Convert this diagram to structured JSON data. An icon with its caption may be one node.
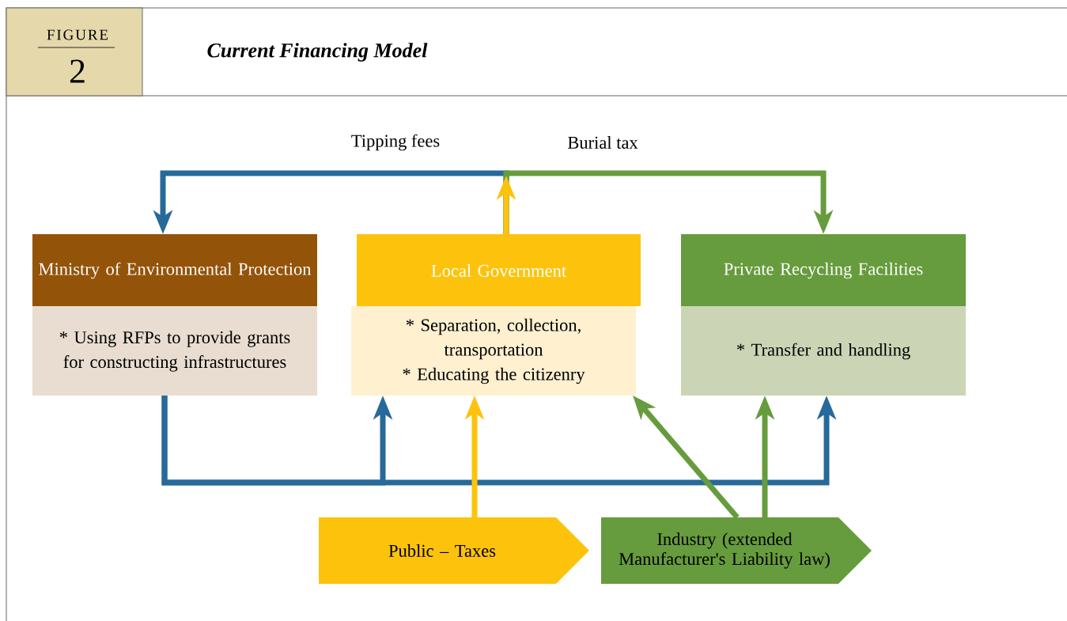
{
  "diagram": {
    "title": "Current Financing Model",
    "nodes": [
      {
        "text": [
          "Ministry of Environmental Protection",
          "* Using RFPs to provide grants for constructing infrastructures"
        ]
      },
      {
        "text": [
          "Local Government",
          "* Separation, collection, transportation",
          "* Educating the citizenry"
        ]
      },
      {
        "text": [
          "Private Recycling Facilities",
          "* Transfer and handling"
        ]
      },
      {
        "text": [
          "Public – Taxes"
        ]
      },
      {
        "text": [
          "Industry (extended Manufacturer's Liability law)"
        ]
      }
    ],
    "edges": [
      {
        "from": 1,
        "to": 0,
        "arrow": "to",
        "label": "Tipping fees",
        "color": "#26699a"
      },
      {
        "from": 1,
        "to": 2,
        "arrow": "to",
        "label": "Burial tax",
        "color": "#669c3d"
      },
      {
        "from": 0,
        "to": 1,
        "arrow": "to",
        "color": "#26699a"
      },
      {
        "from": 0,
        "to": 2,
        "arrow": "to",
        "color": "#26699a"
      },
      {
        "from": 3,
        "to": 1,
        "arrow": "to",
        "color": "#fdc30c"
      },
      {
        "from": 4,
        "to": 1,
        "arrow": "to",
        "color": "#669c3d"
      },
      {
        "from": 4,
        "to": 2,
        "arrow": "to",
        "color": "#669c3d"
      }
    ],
    "labels": [
      "FIGURE",
      "2"
    ]
  }
}
